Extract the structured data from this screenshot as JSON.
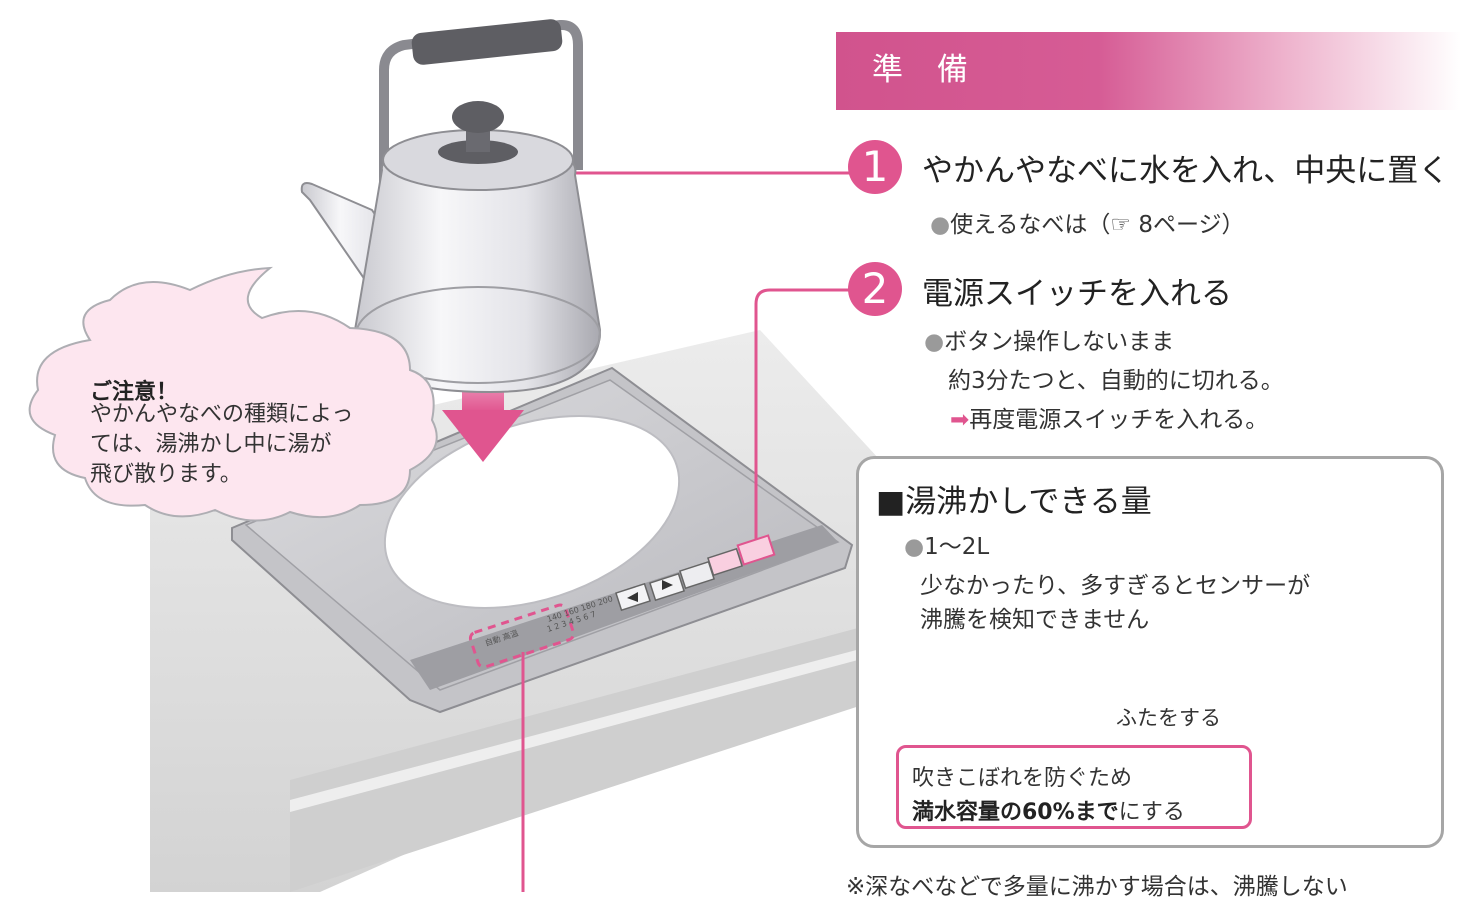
{
  "section": {
    "title": "準 備"
  },
  "steps": [
    {
      "number": "1",
      "title": "やかんやなべに水を入れ、中央に置く",
      "note_bullet": "●",
      "note_text": "使えるなべは（☞ 8ページ）"
    },
    {
      "number": "2",
      "title": "電源スイッチを入れる",
      "note_bullet": "●",
      "note_line1": "ボタン操作しないまま",
      "note_line2": "約3分たつと、自動的に切れる。",
      "note_arrow": "➡",
      "note_line3": "再度電源スイッチを入れる。"
    }
  ],
  "capacity_box": {
    "title": "■湯沸かしできる量",
    "bullet": "●",
    "amount": "1〜2L",
    "paren_line1": "少なかったり、多すぎるとセンサーが",
    "paren_line2": "沸騰を検知できません",
    "lid_label": "ふたをする",
    "callout_line1": "吹きこぼれを防ぐため",
    "callout_strong": "満水容量の60%まで",
    "callout_tail": "にする"
  },
  "warning": {
    "title": "ご注意！",
    "body": "やかんやなべの種類によっ\nては、湯沸かし中に湯が\n飛び散ります。"
  },
  "footnote": "※深なべなどで多量に沸かす場合は、沸騰しない",
  "colors": {
    "accent": "#e0558f",
    "kettle_fill": "#e8e8ec",
    "water": "#e77bb0",
    "box_border": "#a6a6a6"
  }
}
